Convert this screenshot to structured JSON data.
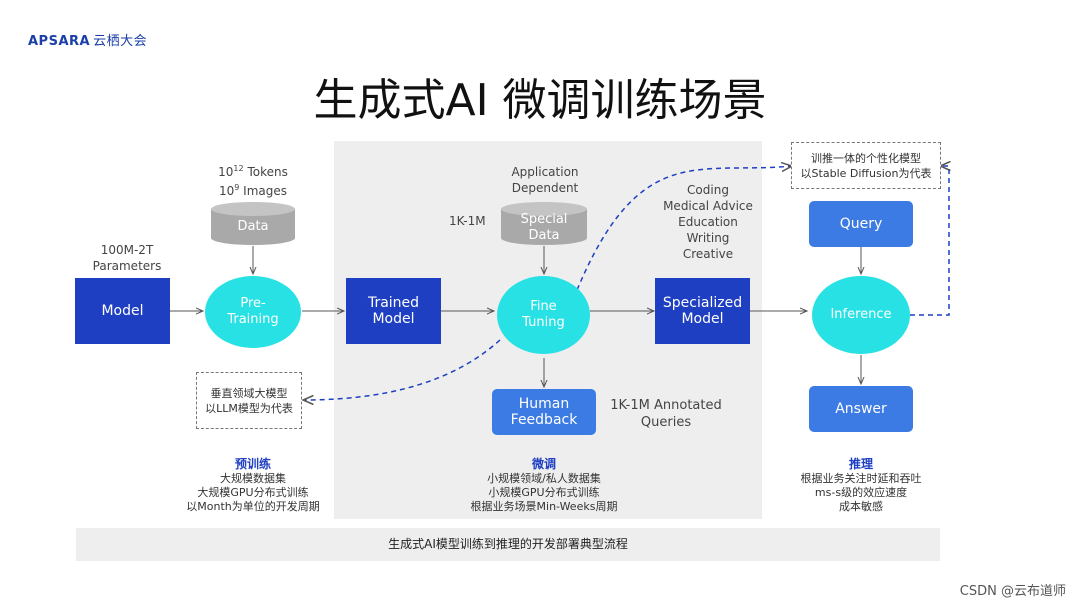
{
  "logo": {
    "brand": "APSARA",
    "subtitle": "云栖大会"
  },
  "title": "生成式AI 微调训练场景",
  "caption": "生成式AI模型训练到推理的开发部署典型流程",
  "watermark": "CSDN @云布道师",
  "pretrain_data": {
    "tokens_base": "10",
    "tokens_exp": "12",
    "tokens_unit": "Tokens",
    "images_base": "10",
    "images_exp": "9",
    "images_unit": "Images",
    "cylinder_label": "Data"
  },
  "model_params": {
    "line1": "100M-2T",
    "line2": "Parameters"
  },
  "nodes": {
    "model": "Model",
    "pretraining_1": "Pre-",
    "pretraining_2": "Training",
    "trained_model_1": "Trained",
    "trained_model_2": "Model",
    "fine_tuning_1": "Fine",
    "fine_tuning_2": "Tuning",
    "specialized_1": "Specialized",
    "specialized_2": "Model",
    "human_feedback_1": "Human",
    "human_feedback_2": "Feedback",
    "query": "Query",
    "inference": "Inference",
    "answer": "Answer"
  },
  "special_data": {
    "app_dep_1": "Application",
    "app_dep_2": "Dependent",
    "size": "1K-1M",
    "cylinder_1": "Special",
    "cylinder_2": "Data"
  },
  "domains": [
    "Coding",
    "Medical Advice",
    "Education",
    "Writing",
    "Creative"
  ],
  "annotated": {
    "line1": "1K-1M Annotated",
    "line2": "Queries"
  },
  "note_llm": {
    "line1": "垂直领域大模型",
    "line2": "以LLM模型为代表"
  },
  "note_sd": {
    "line1": "训推一体的个性化模型",
    "line2": "以Stable Diffusion为代表"
  },
  "stages": {
    "pretrain": {
      "title": "预训练",
      "lines": [
        "大规模数据集",
        "大规模GPU分布式训练",
        "以Month为单位的开发周期"
      ]
    },
    "finetune": {
      "title": "微调",
      "lines": [
        "小规模领域/私人数据集",
        "小规模GPU分布式训练",
        "根据业务场景Min-Weeks周期"
      ]
    },
    "inference": {
      "title": "推理",
      "lines": [
        "根据业务关注时延和吞吐",
        "ms-s级的效应速度",
        "成本敏感"
      ]
    }
  },
  "colors": {
    "dark_blue": "#1e3fc2",
    "light_blue": "#3c7be3",
    "cyan": "#28e1e4",
    "cylinder_gray": "#a9a9a9",
    "panel_gray": "#eeeeee"
  }
}
